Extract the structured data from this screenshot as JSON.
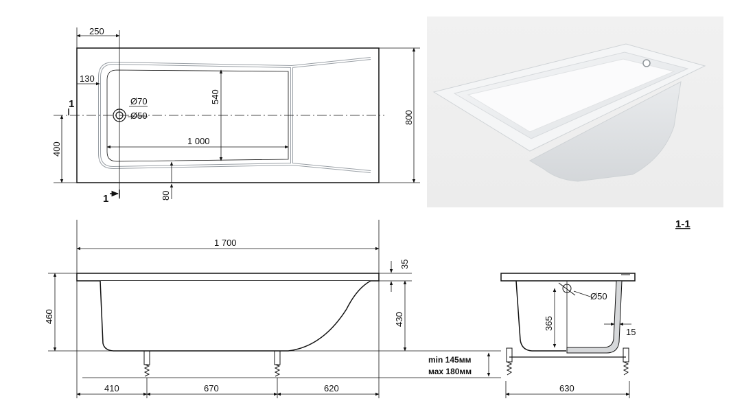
{
  "top_view": {
    "overall_width": "800",
    "drain_offset_x": "250",
    "drain_offset_edge": "130",
    "drain_from_bottom": "400",
    "inner_width": "540",
    "inner_length": "1 000",
    "rim_bottom": "80",
    "hole_large": "Ø70",
    "hole_small": "Ø50",
    "section_mark": "1"
  },
  "side_view": {
    "overall_length": "1 700",
    "rim_thickness": "35",
    "total_height": "460",
    "inner_depth": "430",
    "leg_1": "410",
    "leg_2": "670",
    "leg_3": "620",
    "leg_min": "min 145мм",
    "leg_max": "мах 180мм"
  },
  "section_view": {
    "title": "1-1",
    "overflow": "Ø50",
    "height": "365",
    "wall": "15",
    "width": "630"
  },
  "colors": {
    "line": "#111111",
    "bath_edge": "#9aa0a6",
    "bath_body": "#ffffff"
  }
}
